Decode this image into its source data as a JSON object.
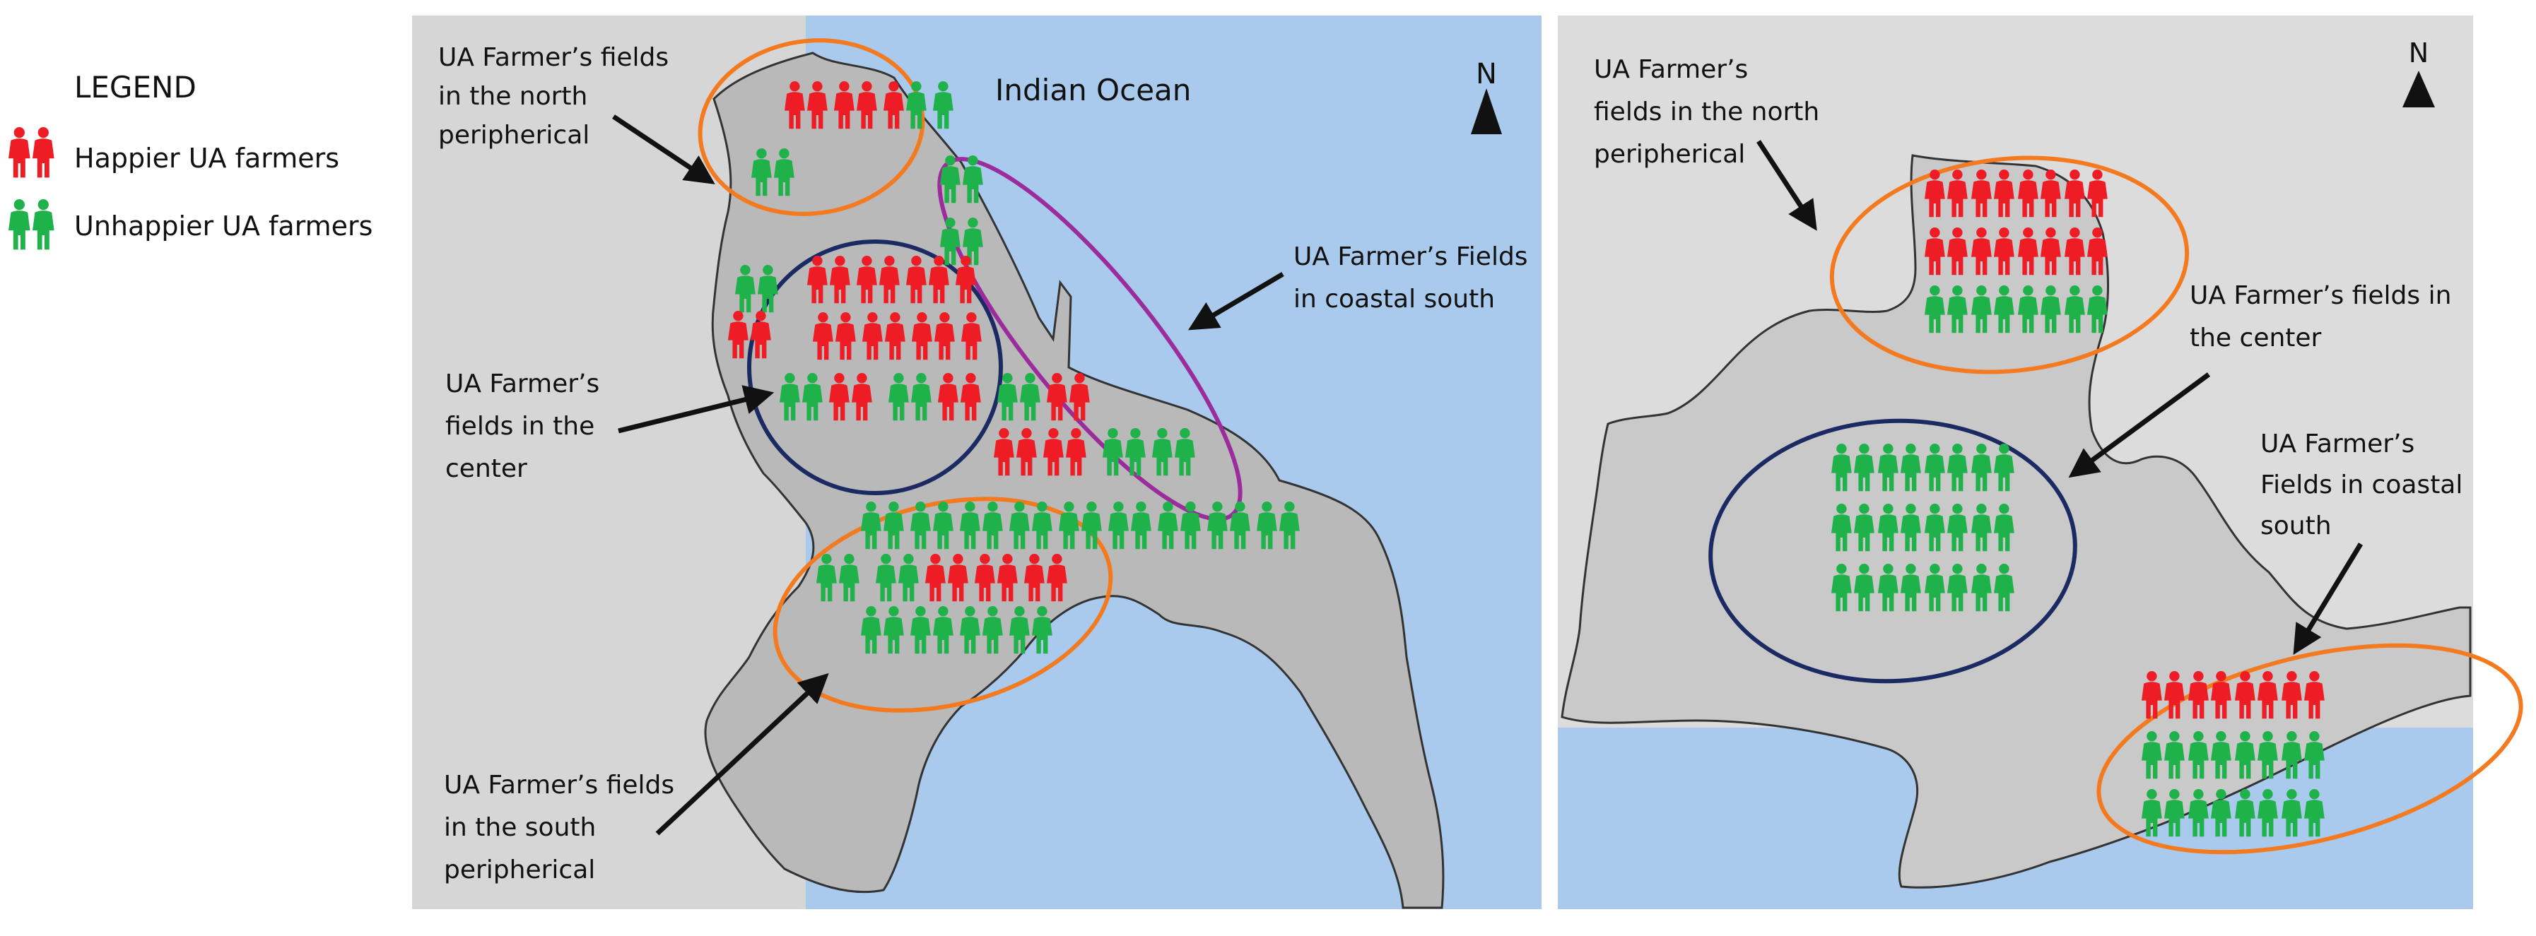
{
  "legend": {
    "title": "LEGEND",
    "happy_label": "Happier UA farmers",
    "unhappy_label": "Unhappier UA farmers"
  },
  "colors": {
    "happy": "#ee1c25",
    "unhappy": "#1fb14a",
    "ocean": "#a9caec",
    "background_land": "#d6d6d6",
    "region": "#b9b9b9",
    "ellipse_orange": "#f47a20",
    "ellipse_navy": "#1b2a63",
    "ellipse_purple": "#9c2c9c"
  },
  "map_left": {
    "ocean_label": "Indian Ocean",
    "north_symbol": "N",
    "labels": {
      "north": [
        "UA Farmer’s fields",
        "in the north",
        "peripherical"
      ],
      "center": [
        "UA Farmer’s",
        "fields in the",
        "center"
      ],
      "coastal": [
        "UA Farmer’s Fields",
        "in coastal south"
      ],
      "south": [
        "UA Farmer’s fields",
        "in the south",
        "peripherical"
      ]
    },
    "groups": {
      "north_row1": "HHHHHUU",
      "north_row2": "UU",
      "coastal_row1": "UU",
      "coastal_row2": "UU",
      "west_row1": "UU",
      "west_row2": "HH",
      "center_row1": "HHHHHHH",
      "center_row2": "HHHHHHH",
      "center_row3": "UUHH UUHH UUHH",
      "center_row4": "HHHH UUUU",
      "south_row1": "UUUUUUUUUUUUUUUUUU",
      "south_row2": "UU UUHHHHHH",
      "south_row3": "UUUUUUUU"
    }
  },
  "map_right": {
    "north_symbol": "N",
    "labels": {
      "north": [
        "UA Farmer’s",
        "fields in the north",
        "peripherical"
      ],
      "center": [
        "UA Farmer’s fields in",
        "the center"
      ],
      "coastal": [
        "UA Farmer’s",
        "Fields in coastal",
        "south"
      ]
    },
    "groups": {
      "north_row1": "HHHHHHHH",
      "north_row2": "HHHHHHHH",
      "north_row3": "UUUUUUUU",
      "center_row1": "UUUUUUUU",
      "center_row2": "UUUUUUUU",
      "center_row3": "UUUUUUUU",
      "coastal_row1": "HHHHHHHH",
      "coastal_row2": "UUUUUUUU",
      "coastal_row3": "UUUUUUUU"
    }
  }
}
